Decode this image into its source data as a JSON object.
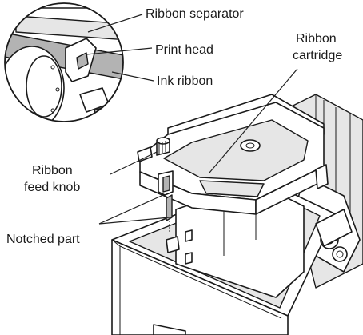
{
  "labels": {
    "ribbon_separator": "Ribbon separator",
    "print_head": "Print head",
    "ink_ribbon": "Ink ribbon",
    "ribbon_cartridge_line1": "Ribbon",
    "ribbon_cartridge_line2": "cartridge",
    "ribbon_feed_knob_line1": "Ribbon",
    "ribbon_feed_knob_line2": "feed knob",
    "notched_part": "Notched part"
  },
  "colors": {
    "outline": "#1a1a1a",
    "ribbon_gray": "#b3b3b3",
    "light_gray": "#e6e6e6",
    "background": "#ffffff"
  }
}
